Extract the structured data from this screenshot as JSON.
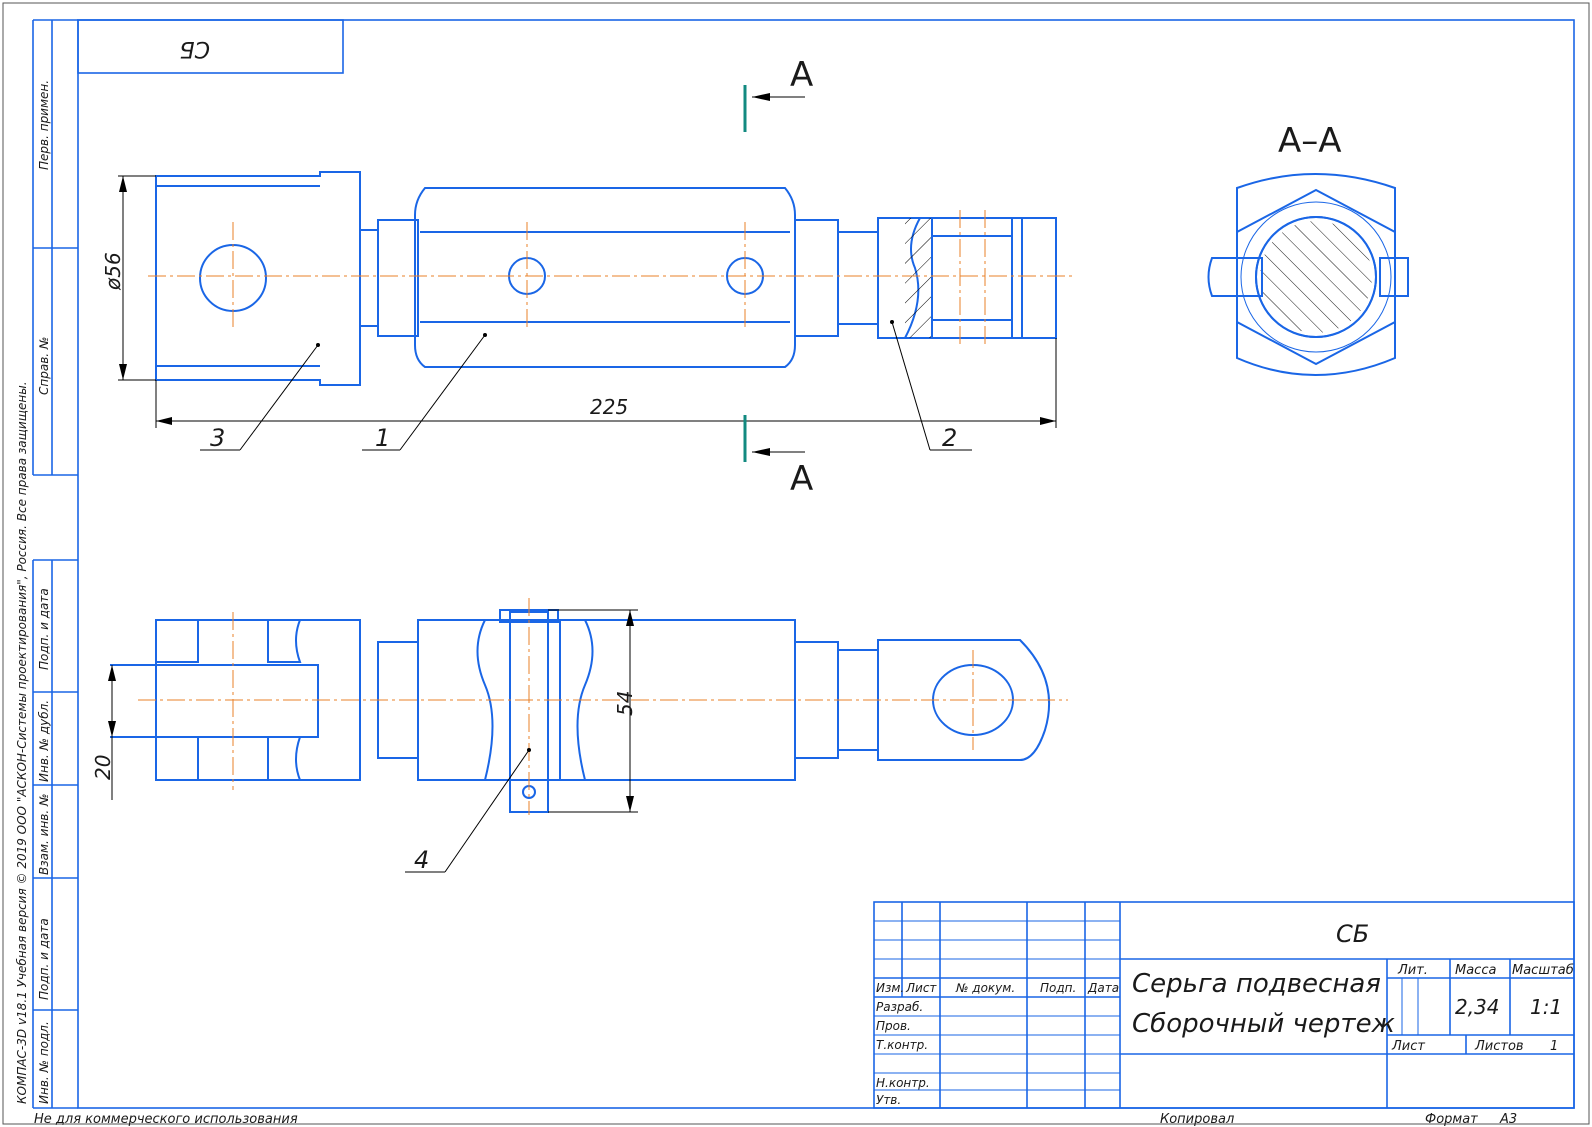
{
  "stamp_top": "СБ",
  "section_letter": "А",
  "section_title": "А–А",
  "dims": {
    "dia": "ø56",
    "length": "225",
    "width": "54",
    "slot": "20"
  },
  "leaders": [
    "1",
    "2",
    "3",
    "4"
  ],
  "side_labels": [
    "Перв. примен.",
    "Справ. №",
    "Подп. и дата",
    "Инв. № дубл.",
    "Взам. инв. №",
    "Подп. и дата",
    "Инв. № подл."
  ],
  "vertical_copyright": "КОМПАС-3D v18.1 Учебная версия © 2019 ООО \"АСКОН-Системы проектирования\", Россия. Все права защищены.",
  "title_block": {
    "designation": "СБ",
    "name_line1": "Серьга подвесная",
    "name_line2": "Сборочный чертеж",
    "lit": "Лит.",
    "mass_label": "Масса",
    "scale_label": "Масштаб",
    "mass": "2,34",
    "scale": "1:1",
    "sheet": "Лист",
    "sheets": "Листов",
    "sheets_count": "1",
    "cols": [
      "Изм.",
      "Лист",
      "№ докум.",
      "Подп.",
      "Дата"
    ],
    "rows": [
      "Разраб.",
      "Пров.",
      "Т.контр.",
      "",
      "Н.контр.",
      "Утв."
    ]
  },
  "footer": {
    "noncommercial": "Не для коммерческого использования",
    "copied": "Копировал",
    "format_label": "Формат",
    "format": "А3"
  },
  "colors": {
    "line": "#1a66e6",
    "axis": "#e8802a",
    "section": "#128a80"
  }
}
